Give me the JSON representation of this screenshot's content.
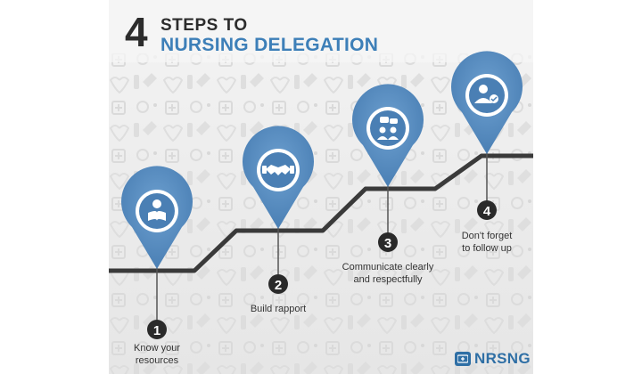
{
  "title": {
    "number": "4",
    "line1": "STEPS TO",
    "line2": "NURSING DELEGATION"
  },
  "steps": [
    {
      "number": "1",
      "label_line1": "Know your",
      "label_line2": "resources",
      "icon": "reading-person-icon"
    },
    {
      "number": "2",
      "label_line1": "Build rapport",
      "label_line2": "",
      "icon": "handshake-icon"
    },
    {
      "number": "3",
      "label_line1": "Communicate clearly",
      "label_line2": "and respectfully",
      "icon": "group-chat-icon"
    },
    {
      "number": "4",
      "label_line1": "Don't forget",
      "label_line2": "to follow up",
      "icon": "person-follow-up-icon"
    }
  ],
  "brand": {
    "name": "NRSNG",
    "icon": "nurse-logo-icon"
  },
  "colors": {
    "accent_blue": "#3d7fb8",
    "pin_blue": "#5a8fc4",
    "stair_line": "#3a3a3a",
    "marker_dark": "#2a2a2a",
    "background_pattern": "#e6e6e6"
  }
}
